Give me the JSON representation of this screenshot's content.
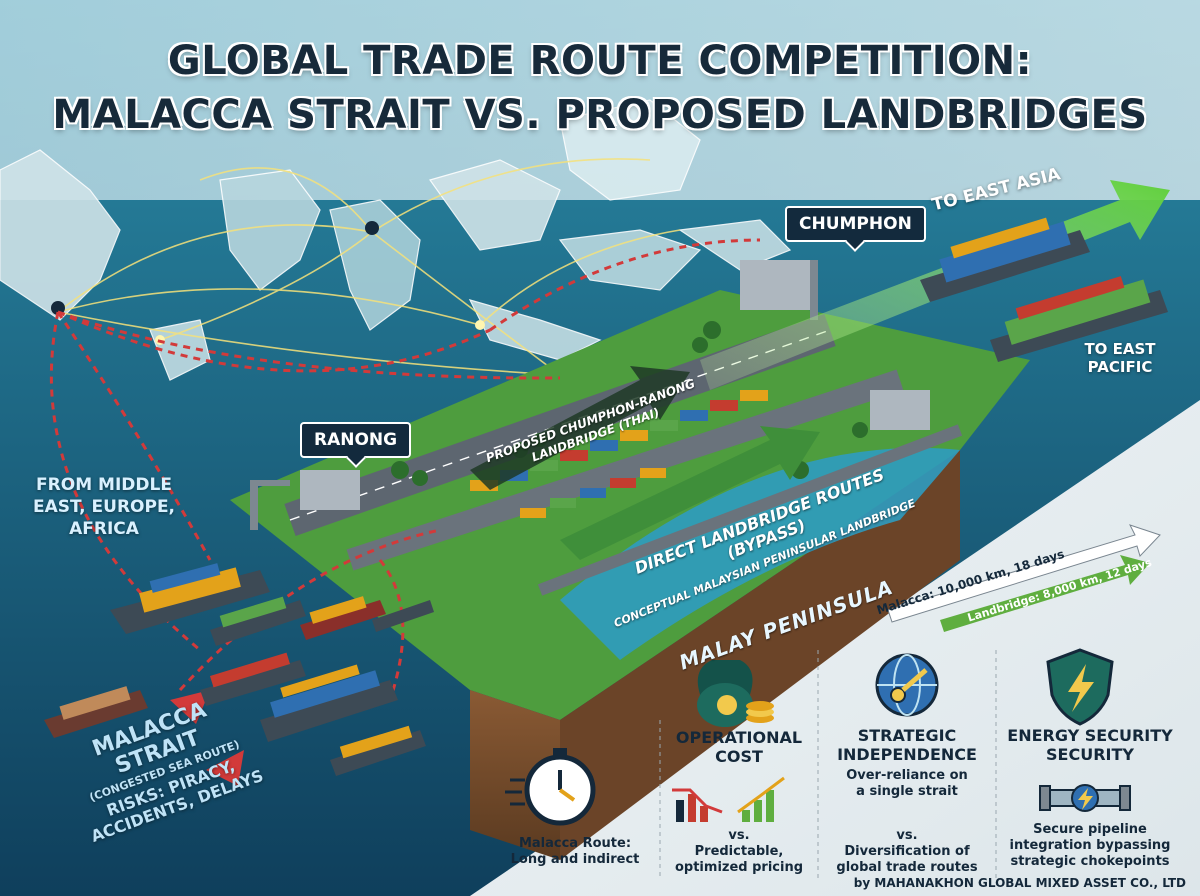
{
  "title": {
    "line1": "GLOBAL TRADE ROUTE COMPETITION:",
    "line2": "MALACCA STRAIT VS. PROPOSED LANDBRIDGES"
  },
  "map_labels": {
    "chumphon": "CHUMPHON",
    "ranong": "RANONG",
    "to_east_asia": "TO EAST ASIA",
    "to_east_pacific_1": "TO EAST",
    "to_east_pacific_2": "PACIFIC",
    "from_1": "FROM MIDDLE",
    "from_2": "EAST, EUROPE,",
    "from_3": "AFRICA",
    "proposed_1": "PROPOSED CHUMPHON-RANONG",
    "proposed_2": "LANDBRIDGE (THAI)",
    "direct_1": "DIRECT LANDBRIDGE ROUTES",
    "direct_2": "(BYPASS)",
    "conceptual": "CONCEPTUAL MALAYSIAN PENINSULAR LANDBRIDGE",
    "malay": "MALAY PENINSULA",
    "malacca_1": "MALACCA",
    "malacca_2": "STRAIT",
    "malacca_sub": "(CONGESTED SEA ROUTE)",
    "risks_1": "RISKS: PIRACY,",
    "risks_2": "ACCIDENTS, DELAYS"
  },
  "comparison": {
    "malacca": "Malacca: 10,000 km, 18 days",
    "landbridge": "Landbridge: 8,000 km, 12 days"
  },
  "panels": [
    {
      "title_lines": [],
      "text_lines": [
        "Malacca Route:",
        "Long and indirect"
      ],
      "icon": "stopwatch-icon"
    },
    {
      "title_lines": [
        "OPERATIONAL",
        "COST"
      ],
      "text_lines": [
        "vs.",
        "Predictable,",
        "optimized pricing"
      ],
      "icon": "money-bag-icon"
    },
    {
      "title_lines": [
        "STRATEGIC",
        "INDEPENDENCE"
      ],
      "text_lines": [
        "Over-reliance on",
        "a single strait",
        "vs.",
        "Diversification of",
        "global trade routes"
      ],
      "icon": "globe-key-icon"
    },
    {
      "title_lines": [
        "ENERGY SECURITY",
        "SECURITY"
      ],
      "text_lines": [
        "Secure pipeline",
        "integration bypassing",
        "strategic chokepoints"
      ],
      "icon": "shield-bolt-icon"
    }
  ],
  "footer": "by MAHANAKHON GLOBAL MIXED ASSET CO., LTD",
  "colors": {
    "title": "#172a3a",
    "sea": "#1e6f8c",
    "land": "#3f8f3a",
    "route_red": "#d23a3a",
    "route_green": "#7ed957",
    "tag_bg": "#132a3d"
  }
}
